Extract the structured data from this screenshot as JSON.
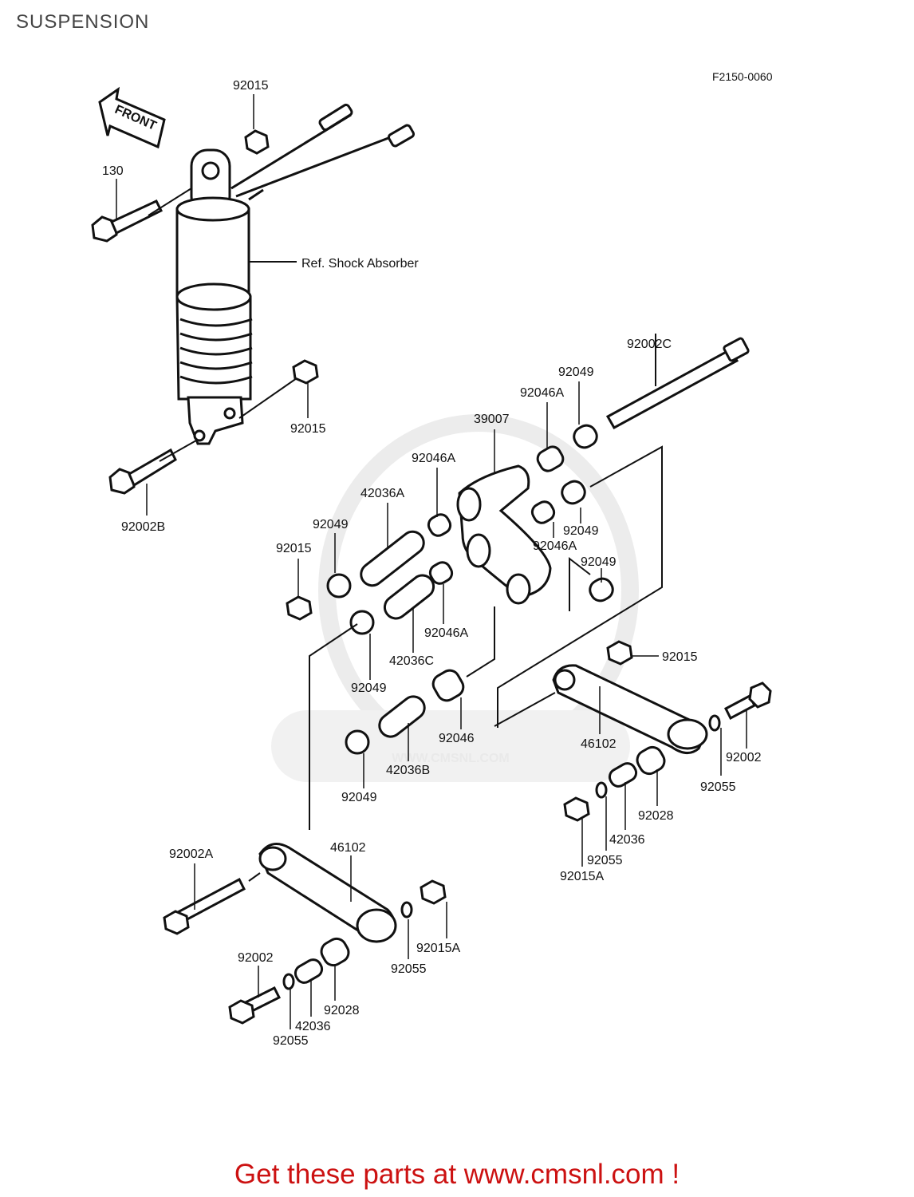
{
  "header": {
    "title": "SUSPENSION",
    "drawing_code": "F2150-0060"
  },
  "diagram": {
    "direction_label": "FRONT",
    "reference_label": "Ref. Shock Absorber",
    "watermark": "WWW.CMSNL.COM",
    "callouts": {
      "c92015_top": "92015",
      "c130": "130",
      "c92015_mid": "92015",
      "c92002B": "92002B",
      "c92002C": "92002C",
      "c92049_top": "92049",
      "c92046A_top": "92046A",
      "c39007": "39007",
      "c92046A_left": "92046A",
      "c42036A": "42036A",
      "c92049_left": "92049",
      "c92015_left": "92015",
      "c92049_r1": "92049",
      "c92046A_r1": "92046A",
      "c92049_r2": "92049",
      "c92046A_mid": "92046A",
      "c42036C": "42036C",
      "c92015_right": "92015",
      "c92049_mid": "92049",
      "c92046": "92046",
      "c46102_right": "46102",
      "c92002_right": "92002",
      "c42036B": "42036B",
      "c92049_low": "92049",
      "c92055_right": "92055",
      "c92028_right": "92028",
      "c42036_right": "42036",
      "c92055_right2": "92055",
      "c92015A_right": "92015A",
      "c92002A": "92002A",
      "c46102_left": "46102",
      "c92015A_left": "92015A",
      "c92055_left": "92055",
      "c92002_left": "92002",
      "c92028_left": "92028",
      "c42036_left": "42036",
      "c92055_bottom": "92055"
    }
  },
  "footer": {
    "cta": "Get these parts at www.cmsnl.com !",
    "cta_color": "#cc1111"
  }
}
